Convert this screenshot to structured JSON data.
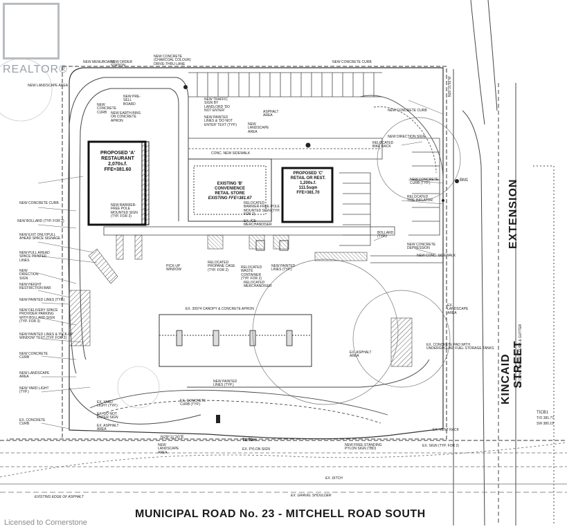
{
  "watermark": {
    "brand": "REALTOR®",
    "licensed": "Licensed to Cornerstone"
  },
  "roads": {
    "south": "MUNICIPAL ROAD No. 23 - MITCHELL ROAD SOUTH",
    "east_1": "KINCAID",
    "east_2": "STREET",
    "east_3": "EXTENSION"
  },
  "buildings": {
    "a": [
      "PROPOSED 'A'",
      "RESTAURANT",
      "2,070s.f.",
      "FFE=381.60"
    ],
    "b": [
      "EXISTING 'B'",
      "CONVENIENCE",
      "RETAIL STORE",
      "EXISTING FFE=381.67"
    ],
    "c": [
      "PROPOSED 'C'",
      "RETAIL OR REST.",
      "1,200s.f.",
      "111.5sqm",
      "FFE=381.70"
    ]
  },
  "canopy": "EX. 30974 CANOPY & CONCRETE APRON",
  "labels_left": [
    "NEW LANDSCAPE AREA",
    "NEW CONCRETE CURB",
    "NEW BOLLARD (TYP. FOR 2)",
    "NEW EXIT ONLY/PULL AHEAD SPACE SIGNAGE",
    "NEW PULL AHEAD SPACE PAINTED LINES",
    "NEW DIRECTION SIGN",
    "NEW HEIGHT RESTRICTION BAR",
    "NEW PAINTED LINES (TYP.)",
    "NEW DELIVERY SPACE PROVIDER PARKING WITH BOLLARD SIGN (TYP. FOR 3)",
    "NEW PAINTED LINES & 'PICK-UP WINDOW' TEXT (TYP. FOR 2)",
    "NEW CONCRETE CURB",
    "NEW LANDSCAPE AREA",
    "NEW YARD LIGHT (TYP.)",
    "EX. CONCRETE CURB"
  ],
  "labels_top": [
    "NEW MENUBOARD",
    "NEW ORDER STATION",
    "NEW CONCRETE (CHARCOAL COLOUR) DRIVE-THRU LANE",
    "NEW PRE-SELL BOARD",
    "NEW EARTH BINS ON CONCRETE APRON",
    "NEW CONCRETE CURB",
    "NEW TRAFFIC SIGN BY LANDLORD 'DO NOT ENTER'",
    "NEW PAINTED LINES & 'DO NOT ENTER' TEXT (TYP.)",
    "ASPHALT AREA",
    "NEW CONCRETE CURB",
    "NEW LANDSCAPE AREA",
    "CONC. NEW SIDEWALK"
  ],
  "labels_center": [
    "NEW BARRIER-FREE POLE MOUNTED SIGN (TYP. FOR 3)",
    "RELOCATED BARRIER-FREE POLE MOUNTED SIGN (TYP. FOR 2)",
    "EX. ICE MERCHANDISER",
    "RELOCATED PROPANE CAGE (TYP. FOR 2)",
    "RELOCATED WASTE CONTAINER (TYP. FOR 2)",
    "RELOCATED MERCHANDISER",
    "NEW PAINTED LINES (TYP.)",
    "PICK-UP WINDOW",
    "NEW PAINTED LINES (TYP.)",
    "EX. CONCRETE CURB (TYP.)",
    "EX. ASPHALT AREA",
    "NEW LANDSCAPE AREA",
    "EX. PYLON SIGN",
    "EX. YARD LIGHT (TYP.)",
    "EX. DO NOT ENTER SIGN",
    "EX. ASPHALT AREA"
  ],
  "labels_right": [
    "NEW CONCRETE CURB",
    "RELOCATED BIKE RACK",
    "NEW DIRECTION SIGN",
    "NEW CONCRETE CURB (TYP.)",
    "RELOCATED TIRE INFLATOR",
    "BOLLARD (TYP.)",
    "NEW CONCRETE DEPRESSION",
    "NEW CONC. SIDEWALK",
    "EX. LANDSCAPE AREA",
    "EX. CONCRETE PAD WITH UNDERGROUND FUEL STORAGE TANKS",
    "EX. VENT RACK",
    "EX. SIGN (TYP. FOR 2)",
    "NEW FREE-STANDING PYLON SIGN (TBD)",
    "EX. CONC. BARRIER CURB & GUTTER"
  ],
  "dims": {
    "bearing": "N29°11'20\"E",
    "length": "78.79m",
    "east_bearing": "N26°31'55\"W",
    "tcb": "TICB1",
    "tcb_t": "T/O 381.77",
    "tcb_s": "SW 380.19",
    "bm": "BM1",
    "ditch": "EX. DITCH",
    "shoulder": "EX. GRAVEL SHOULDER",
    "edge": "EXISTING EDGE OF ASPHALT"
  },
  "colors": {
    "line": "#333333",
    "faint": "#9a9a9a",
    "hatch": "#555555",
    "watermark": "#b8bcc0"
  }
}
